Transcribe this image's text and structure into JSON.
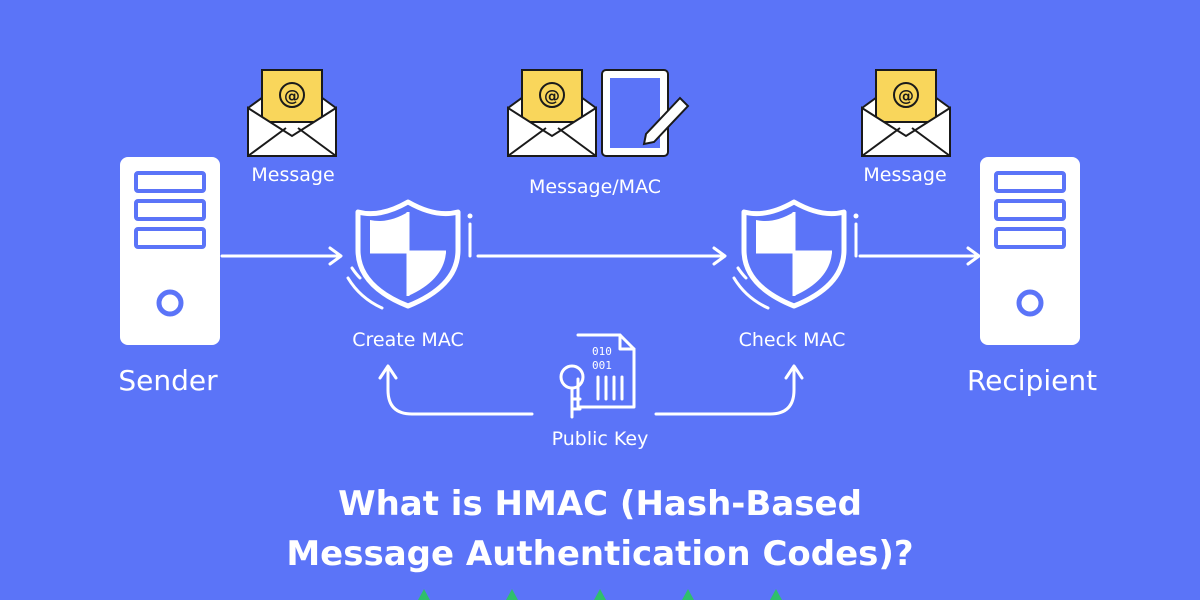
{
  "colors": {
    "background": "#5b74f8",
    "foreground": "#ffffff",
    "envelope_letter": "#f9d65b",
    "accent_green": "#2fbf6b"
  },
  "diagram": {
    "sender_label": "Sender",
    "recipient_label": "Recipient",
    "message_left_label": "Message",
    "message_right_label": "Message",
    "message_mac_label": "Message/MAC",
    "create_mac_label": "Create MAC",
    "check_mac_label": "Check MAC",
    "public_key_label": "Public Key",
    "icons": [
      "server-icon",
      "envelope-icon",
      "tablet-pen-icon",
      "shield-icon",
      "key-document-icon"
    ]
  },
  "title": {
    "line1": "What is HMAC (Hash-Based",
    "line2": "Message Authentication Codes)?"
  }
}
